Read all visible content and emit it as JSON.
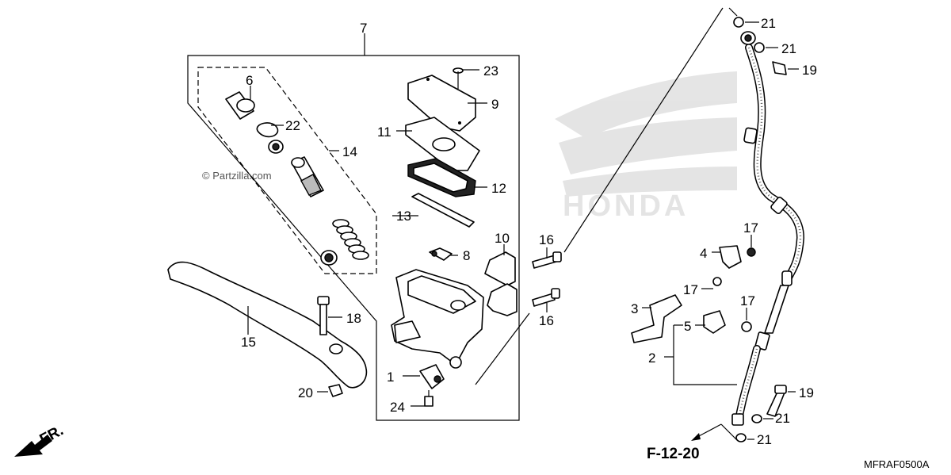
{
  "labels": {
    "l1": "1",
    "l2": "2",
    "l3": "3",
    "l4": "4",
    "l5": "5",
    "l6": "6",
    "l7": "7",
    "l8": "8",
    "l9": "9",
    "l10": "10",
    "l11": "11",
    "l12": "12",
    "l13": "13",
    "l14": "14",
    "l15": "15",
    "l16a": "16",
    "l16b": "16",
    "l17a": "17",
    "l17b": "17",
    "l17c": "17",
    "l18": "18",
    "l19a": "19",
    "l19b": "19",
    "l20": "20",
    "l21a": "21",
    "l21b": "21",
    "l21c": "21",
    "l21d": "21",
    "l22": "22",
    "l23": "23",
    "l24": "24"
  },
  "watermark": "© Partzilla.com",
  "brand_logo": "HONDA",
  "front_label": "FR.",
  "ref_code": "F-12-20",
  "diagram_code": "MFRAF0500A"
}
